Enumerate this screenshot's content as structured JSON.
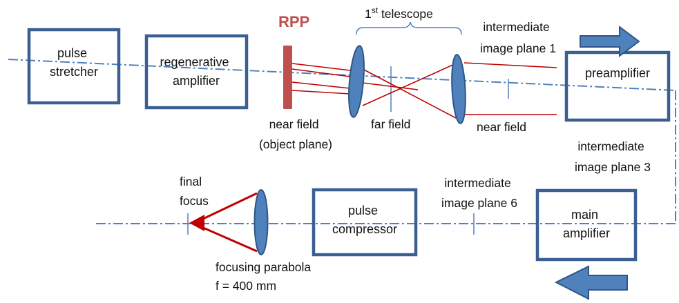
{
  "colors": {
    "box_stroke": "#3a5f93",
    "axis": "#4f81bd",
    "lens_fill": "#4f81bd",
    "lens_stroke": "#2f5586",
    "rpp": "#c0504d",
    "ray": "#c00000",
    "arrow_fill": "#4f81bd",
    "arrow_stroke": "#2f5586"
  },
  "icons": {
    "forward_arrow": "right-arrow",
    "return_arrow": "left-arrow"
  },
  "boxes": {
    "pulse_stretcher": [
      "pulse",
      "stretcher"
    ],
    "regenerative_amplifier": [
      "regenerative",
      "amplifier"
    ],
    "preamplifier": [
      "preamplifier"
    ],
    "main_amplifier": [
      "main",
      "amplifier"
    ],
    "pulse_compressor": [
      "pulse",
      "compressor"
    ]
  },
  "labels": {
    "rpp": "RPP",
    "telescope_num": "1",
    "telescope_sup": "st",
    "telescope_rest": " telescope",
    "intermediate_1": [
      "intermediate",
      "image plane 1"
    ],
    "near_field_object": [
      "near field",
      "(object plane)"
    ],
    "far_field": "far field",
    "near_field_2": "near field",
    "intermediate_3": [
      "intermediate",
      "image plane 3"
    ],
    "intermediate_6": [
      "intermediate",
      "image plane 6"
    ],
    "final_focus": [
      "final",
      "focus"
    ],
    "focusing_parabola": [
      "focusing parabola",
      "f = 400 mm"
    ]
  }
}
